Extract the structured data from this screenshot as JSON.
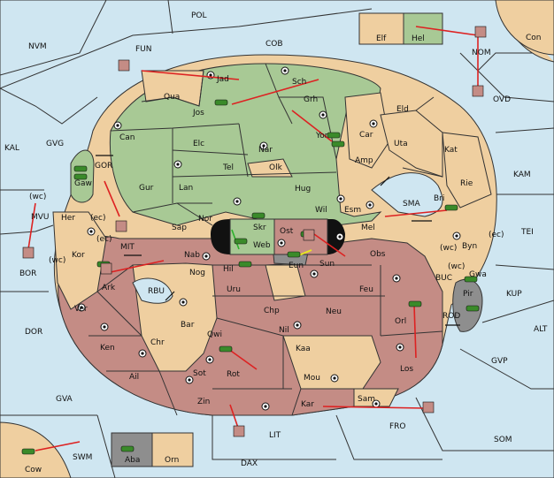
{
  "colors": {
    "sea": "#cfe6f1",
    "neutral_land": "#efcfa0",
    "green_power": "#a8c995",
    "red_power": "#c48c85",
    "gray_power": "#8e8e8e",
    "order_arrow": "#d22222",
    "unit_green": "#3a8a2a",
    "unit_red_fleet": "#c48c85"
  },
  "sea_labels": [
    "POL",
    "NVM",
    "FUN",
    "COB",
    "Con",
    "NOM",
    "OVD",
    "KAL",
    "GVG",
    "GOR",
    "KAM",
    "MVU",
    "BOR",
    "MIT",
    "SMA",
    "TEI",
    "RBU",
    "BUC",
    "KUP",
    "DOR",
    "ROD",
    "ALT",
    "GVP",
    "GVA",
    "FRO",
    "SOM",
    "SWM",
    "LIT",
    "DAX",
    "Cow"
  ],
  "land_labels": [
    "Elf",
    "Hel",
    "Jad",
    "Sch",
    "Qua",
    "Jos",
    "Grh",
    "Eld",
    "Can",
    "Elc",
    "Nar",
    "Yor",
    "Car",
    "Uta",
    "Kat",
    "Tel",
    "Olk",
    "Amp",
    "Gaw",
    "Gur",
    "Lan",
    "Hug",
    "Rie",
    "Bri",
    "Nor",
    "Skr",
    "Wil",
    "Esm",
    "Her",
    "Sap",
    "Web",
    "Ost",
    "Mel",
    "Byn",
    "Kor",
    "Hil",
    "Eun",
    "Sun",
    "Obs",
    "Gwa",
    "Nab",
    "Ark",
    "Nog",
    "Uru",
    "Feu",
    "Pir",
    "Chp",
    "Neu",
    "Orl",
    "Ver",
    "Bar",
    "Qwi",
    "Nil",
    "Ken",
    "Chr",
    "Kaa",
    "Los",
    "Ail",
    "Rot",
    "Sot",
    "Mou",
    "Zin",
    "Kar",
    "Sam",
    "Aba",
    "Orn"
  ],
  "coast_markers": [
    "(wc)",
    "(ec)",
    "(ec)",
    "(wc)",
    "(wc)",
    "(ec)",
    "(wc)"
  ]
}
